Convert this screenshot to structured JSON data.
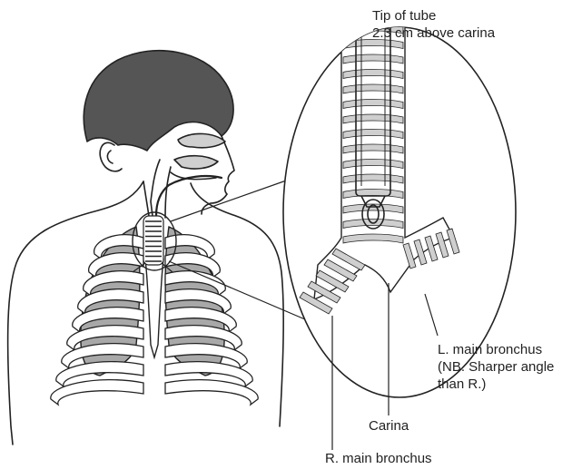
{
  "labels": {
    "tip_line1": "Tip of tube",
    "tip_line2": "2.3 cm above carina",
    "left_bronchus_line1": "L. main bronchus",
    "left_bronchus_line2": "(NB. Sharper angle",
    "left_bronchus_line3": "than R.)",
    "carina": "Carina",
    "right_bronchus": "R. main bronchus"
  },
  "colors": {
    "ink": "#222222",
    "hair": "#555555",
    "cartilage": "#cfcfcf",
    "lung": "#a8a8a8",
    "rib_fill": "#ffffff"
  }
}
